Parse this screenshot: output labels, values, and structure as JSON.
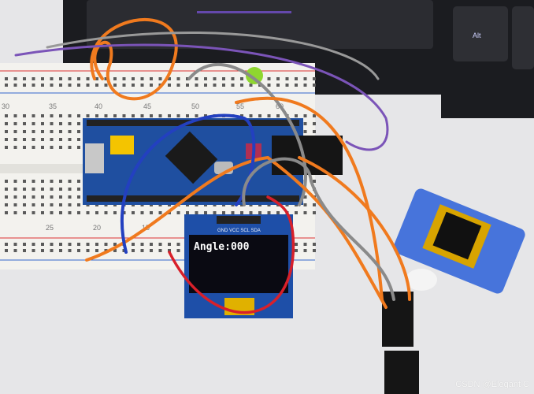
{
  "scene": {
    "oled": {
      "pin_labels": "GND VCC SCL SDA",
      "display_text": "Angle:000"
    },
    "breadboard_numbers_top": [
      "30",
      "35",
      "40",
      "45",
      "50",
      "55",
      "60"
    ],
    "breadboard_numbers_bottom": [
      "25",
      "20",
      "15"
    ],
    "keyboard_key": "Alt",
    "watermark": "CSDN @Elegant C"
  },
  "colors": {
    "board_blue": "#1f4fa0",
    "wire_orange": "#f07a1e",
    "wire_red": "#d8202a",
    "wire_blue": "#2340c0",
    "wire_gray": "#8a8a8a",
    "servo_blue": "#2a5fd8",
    "oled_screen": "#0a0a12"
  }
}
